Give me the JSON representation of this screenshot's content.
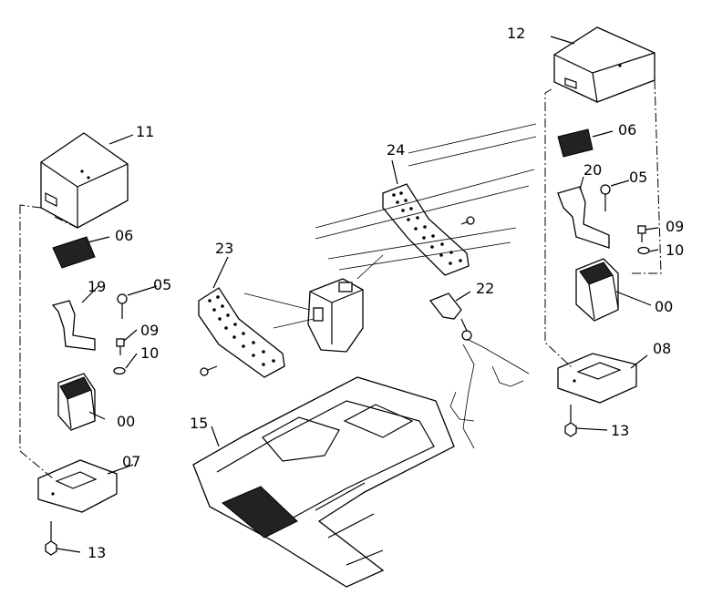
{
  "labels": {
    "l00a": "00",
    "l00b": "00",
    "l05a": "05",
    "l05b": "05",
    "l06a": "06",
    "l06b": "06",
    "l07": "07",
    "l08": "08",
    "l09a": "09",
    "l09b": "09",
    "l10a": "10",
    "l10b": "10",
    "l11": "11",
    "l12": "12",
    "l13a": "13",
    "l13b": "13",
    "l15": "15",
    "l19": "19",
    "l20": "20",
    "l22": "22",
    "l23": "23",
    "l24": "24"
  }
}
